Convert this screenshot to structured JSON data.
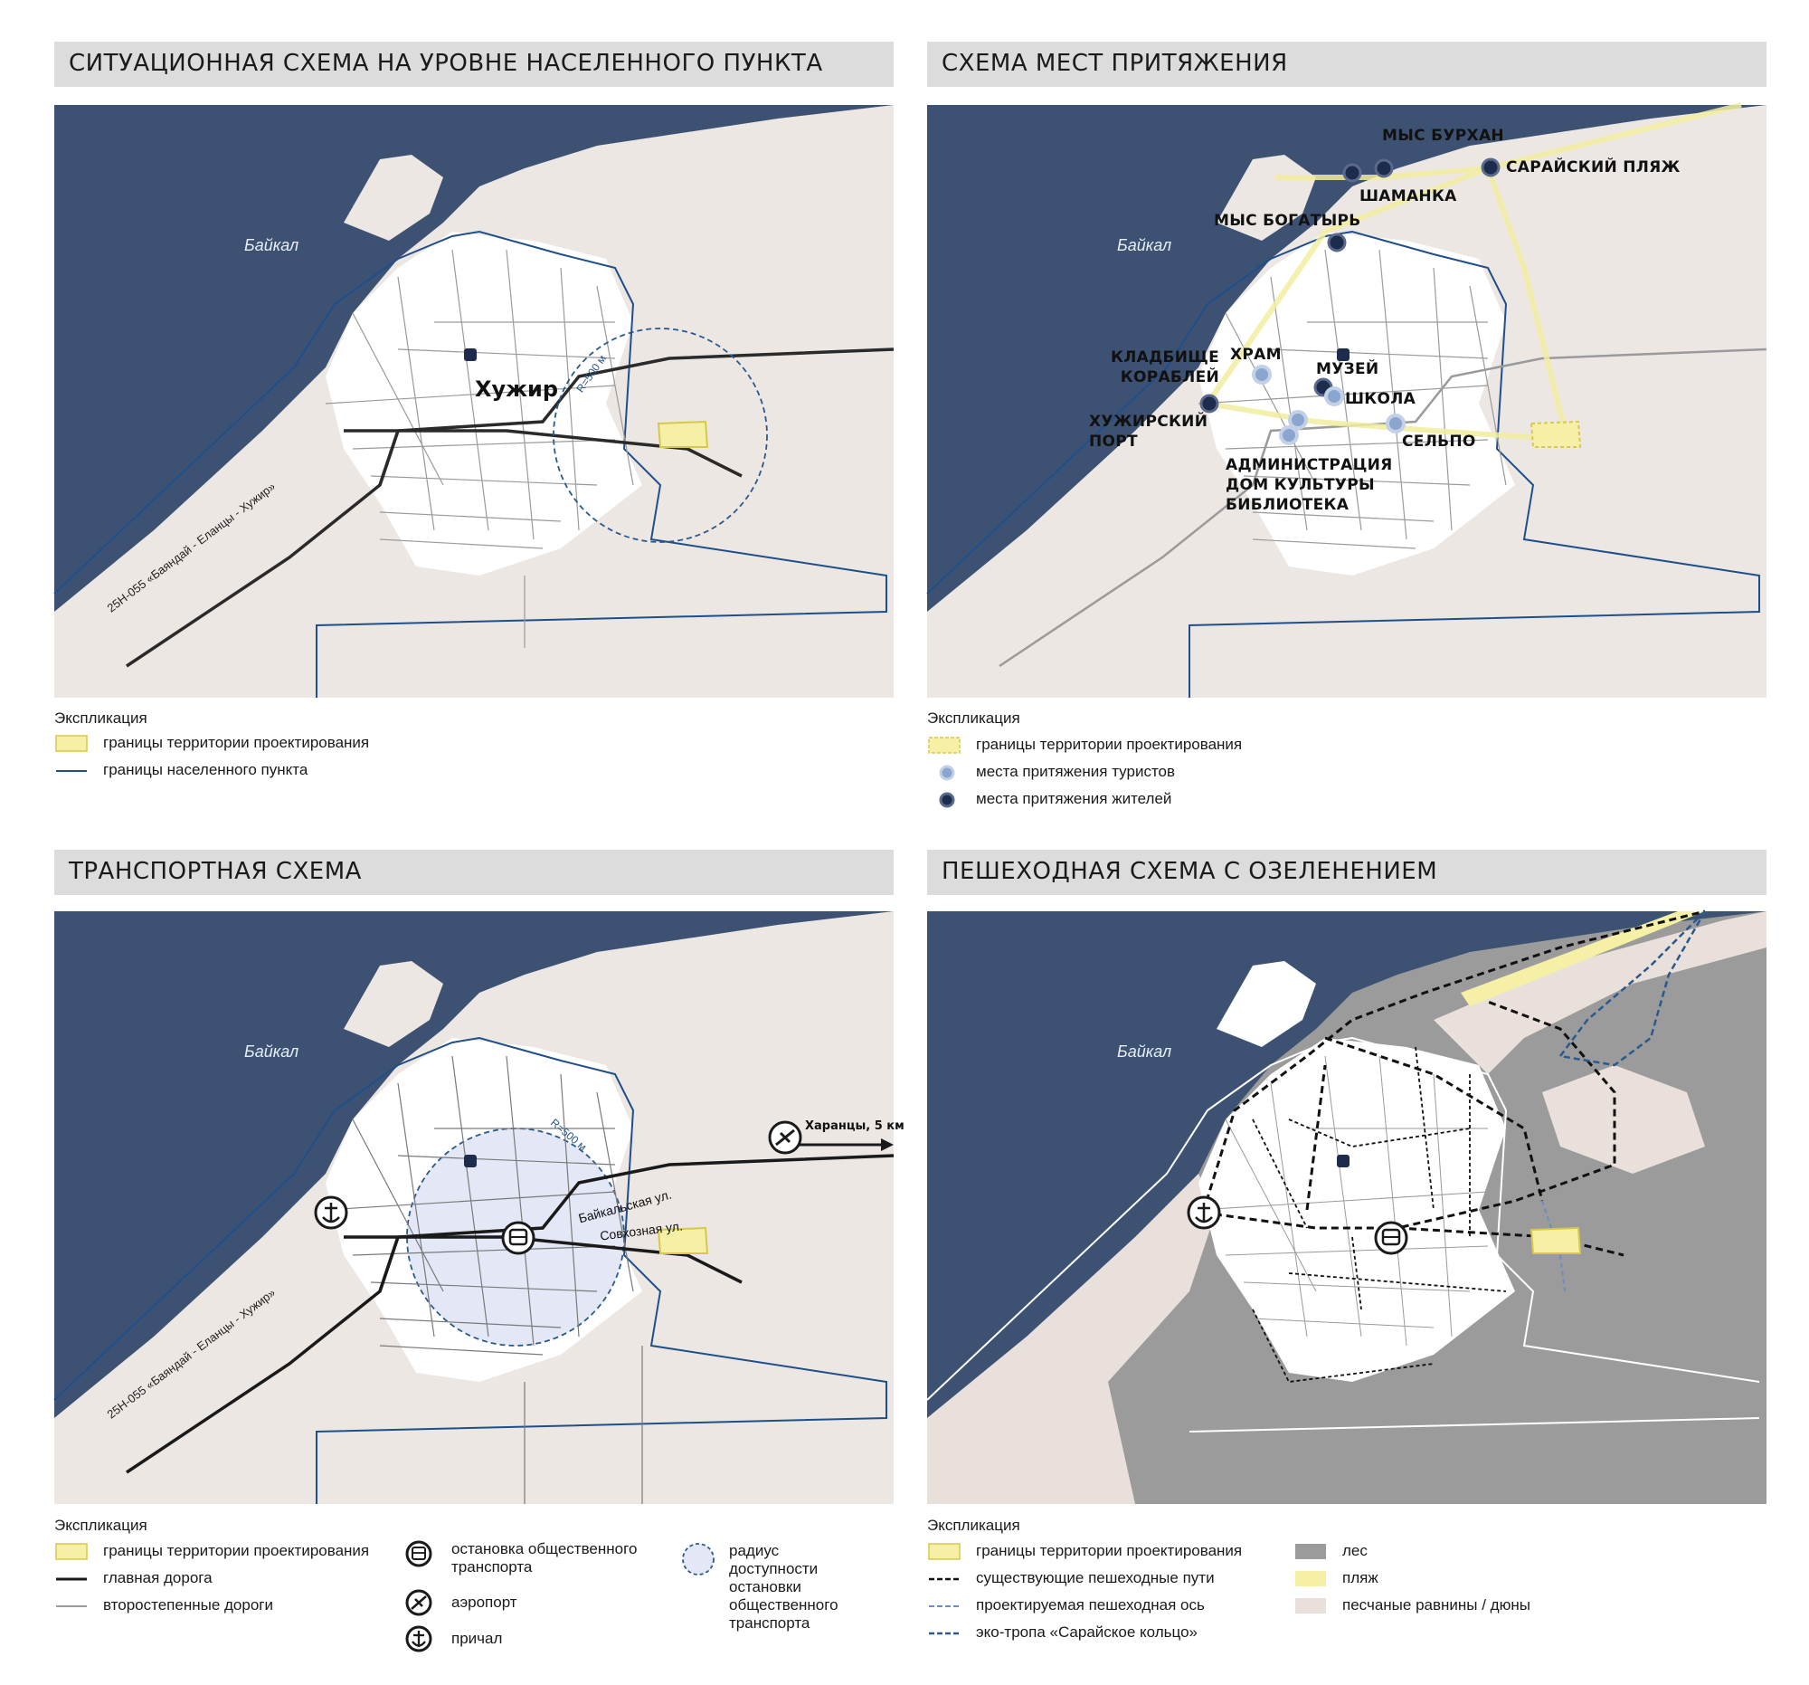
{
  "panels": {
    "situational": {
      "title": "СИТУАЦИОННАЯ СХЕМА НА УРОВНЕ НАСЕЛЕННОГО ПУНКТА",
      "lake_label": "Байкал",
      "village_label": "Хужир",
      "radius_label": "R=500 м",
      "road_label": "25Н-055 «Баяндай - Еланцы - Хужир»",
      "legend_title": "Экспликация",
      "legend": [
        "границы территории проектирования",
        "границы населенного пункта"
      ]
    },
    "attractions": {
      "title": "СХЕМА МЕСТ ПРИТЯЖЕНИЯ",
      "lake_label": "Байкал",
      "poi": {
        "burkhan": "МЫС БУРХАН",
        "sarai_beach": "САРАЙСКИЙ ПЛЯЖ",
        "shamanka": "ШАМАНКА",
        "bogatyr": "МЫС БОГАТЫРЬ",
        "cemetery": "КЛАДБИЩЕ\nКОРАБЛЕЙ",
        "port": "ХУЖИРСКИЙ\nПОРТ",
        "temple": "ХРАМ",
        "museum": "МУЗЕЙ",
        "school": "ШКОЛА",
        "selpo": "СЕЛЬПО",
        "admin": "АДМИНИСТРАЦИЯ\nДОМ КУЛЬТУРЫ\nБИБЛИОТЕКА"
      },
      "legend_title": "Экспликация",
      "legend": [
        "границы территории проектирования",
        "места притяжения туристов",
        "места притяжения жителей"
      ]
    },
    "transport": {
      "title": "ТРАНСПОРТНАЯ СХЕМА",
      "lake_label": "Байкал",
      "radius_label": "R=500 м",
      "street1": "Байкальская ул.",
      "street2": "Совхозная ул.",
      "airport_label": "Харанцы, 5 км",
      "road_label": "25Н-055 «Баяндай - Еланцы - Хужир»",
      "legend_title": "Экспликация",
      "legend_col1": [
        "границы территории проектирования",
        "главная дорога",
        "второстепенные дороги"
      ],
      "legend_col2": [
        "остановка общественного\nтранспорта",
        "аэропорт",
        "причал"
      ],
      "legend_col3": "радиус\nдоступности\nостановки\nобщественного\nтранспорта"
    },
    "pedestrian": {
      "title": "ПЕШЕХОДНАЯ СХЕМА С ОЗЕЛЕНЕНИЕМ",
      "lake_label": "Байкал",
      "legend_title": "Экспликация",
      "legend_col1": [
        "границы территории проектирования",
        "существующие пешеходные пути",
        "проектируемая пешеходная ось",
        "эко-тропа «Сарайское кольцо»"
      ],
      "legend_col2": [
        "лес",
        "пляж",
        "песчаные равнины / дюны"
      ]
    }
  },
  "colors": {
    "water": "#3d5273",
    "land": "#ede7e4",
    "forest": "#9b9b9b",
    "boundary": "#1f4f8a",
    "project_fill": "#f5f0a6",
    "project_stroke": "#d8c84a",
    "tourist_dot": "#8aa6cf",
    "resident_dot": "#1d2b4d",
    "radius_fill": "#e3e7f6"
  }
}
